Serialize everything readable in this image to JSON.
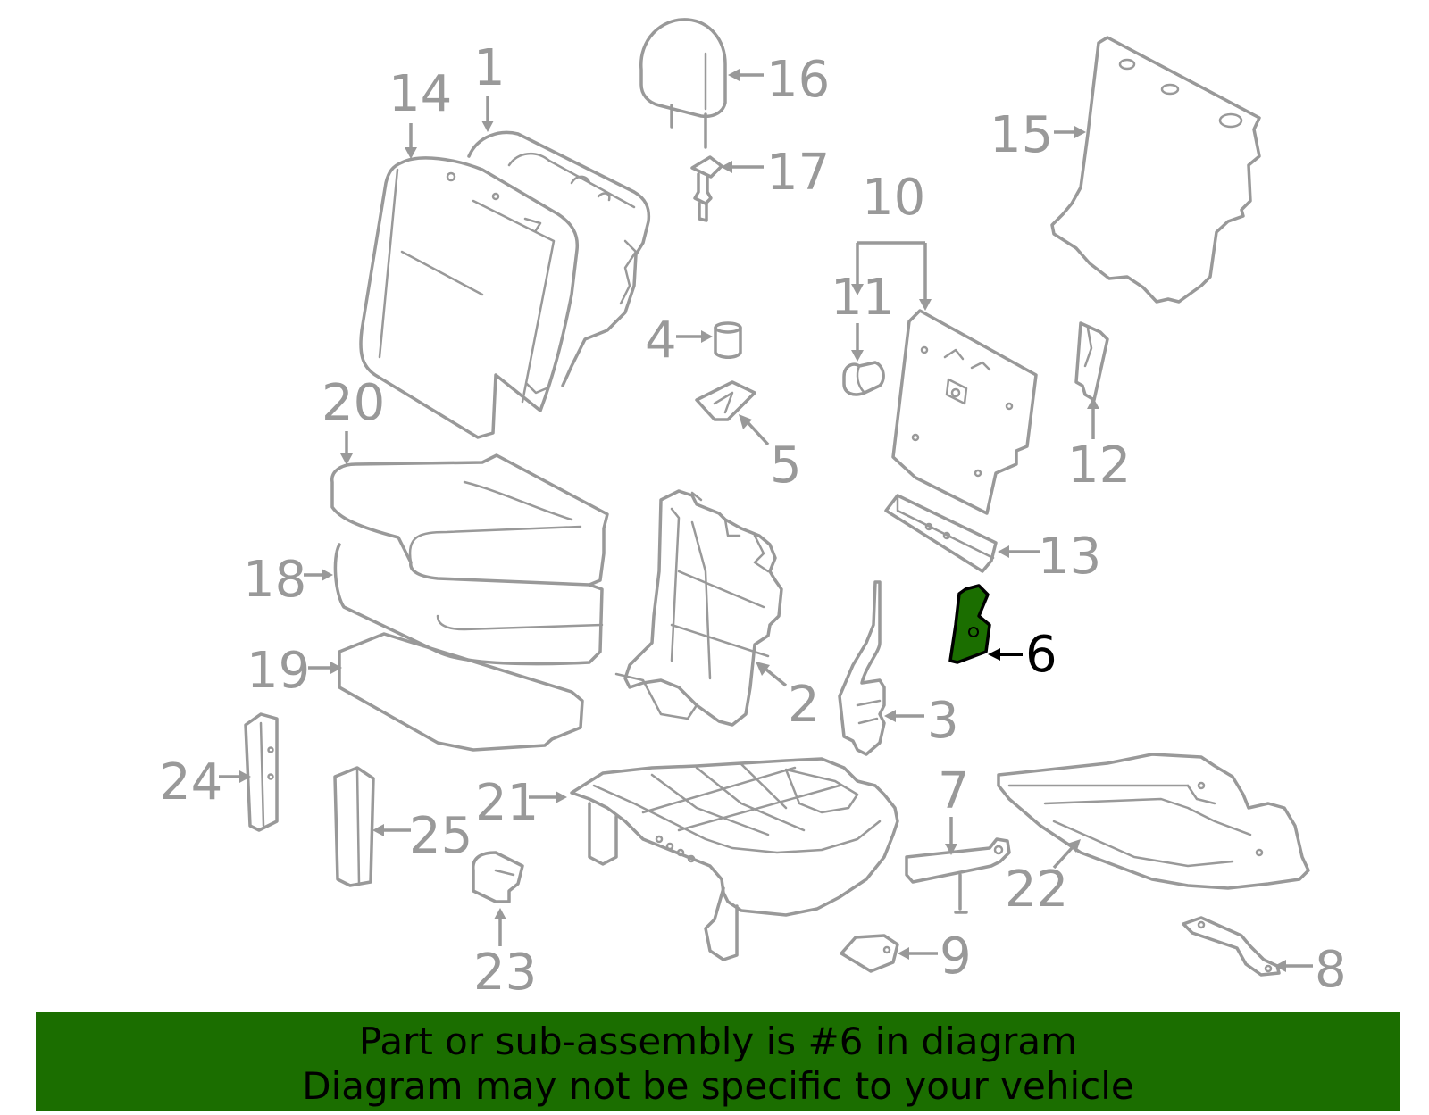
{
  "diagram": {
    "highlight_color": "#1b6e00",
    "line_color": "#999999",
    "highlighted_part": "6",
    "callouts": {
      "c1": "1",
      "c2": "2",
      "c3": "3",
      "c4": "4",
      "c5": "5",
      "c6": "6",
      "c7": "7",
      "c8": "8",
      "c9": "9",
      "c10": "10",
      "c11": "11",
      "c12": "12",
      "c13": "13",
      "c14": "14",
      "c15": "15",
      "c16": "16",
      "c17": "17",
      "c18": "18",
      "c19": "19",
      "c20": "20",
      "c21": "21",
      "c22": "22",
      "c23": "23",
      "c24": "24",
      "c25": "25"
    }
  },
  "banner": {
    "line1": "Part or sub-assembly is #6 in diagram",
    "line2": "Diagram may not be specific to your vehicle"
  }
}
